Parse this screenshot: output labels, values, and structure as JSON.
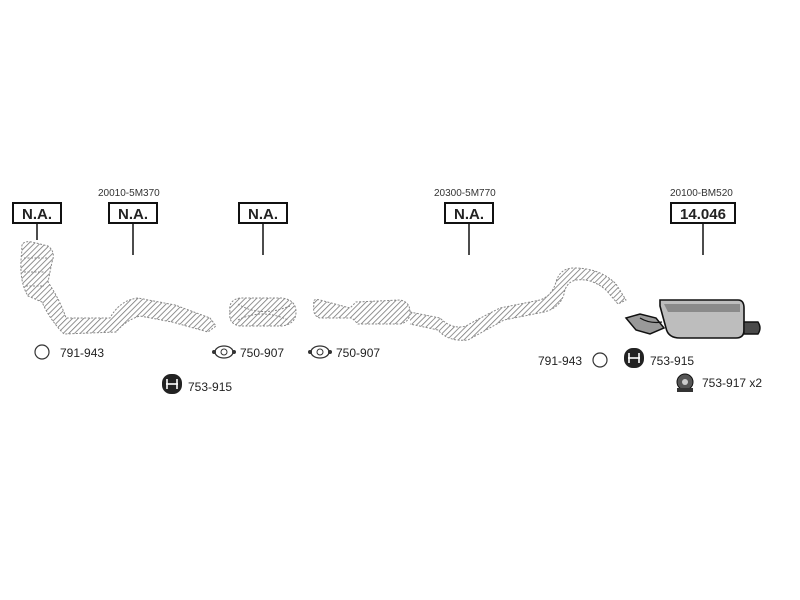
{
  "callouts": [
    {
      "ref": "",
      "code": "N.A."
    },
    {
      "ref": "20010-5M370",
      "code": "N.A."
    },
    {
      "ref": "",
      "code": "N.A."
    },
    {
      "ref": "20300-5M770",
      "code": "N.A."
    },
    {
      "ref": "20100-BM520",
      "code": "14.046"
    }
  ],
  "accessories": [
    {
      "icon": "ring-icon",
      "label": "791-943"
    },
    {
      "icon": "hanger-icon",
      "label": "753-915"
    },
    {
      "icon": "gasket-icon",
      "label": "750-907"
    },
    {
      "icon": "gasket-icon",
      "label": "750-907"
    },
    {
      "icon": "ring-icon",
      "label": "791-943"
    },
    {
      "icon": "hanger-icon",
      "label": "753-915"
    },
    {
      "icon": "rubber-mount-icon",
      "label": "753-917 x2"
    }
  ],
  "colors": {
    "ink": "#111111",
    "part_fill": "#bdbdbd",
    "part_dark": "#4a4a4a"
  }
}
